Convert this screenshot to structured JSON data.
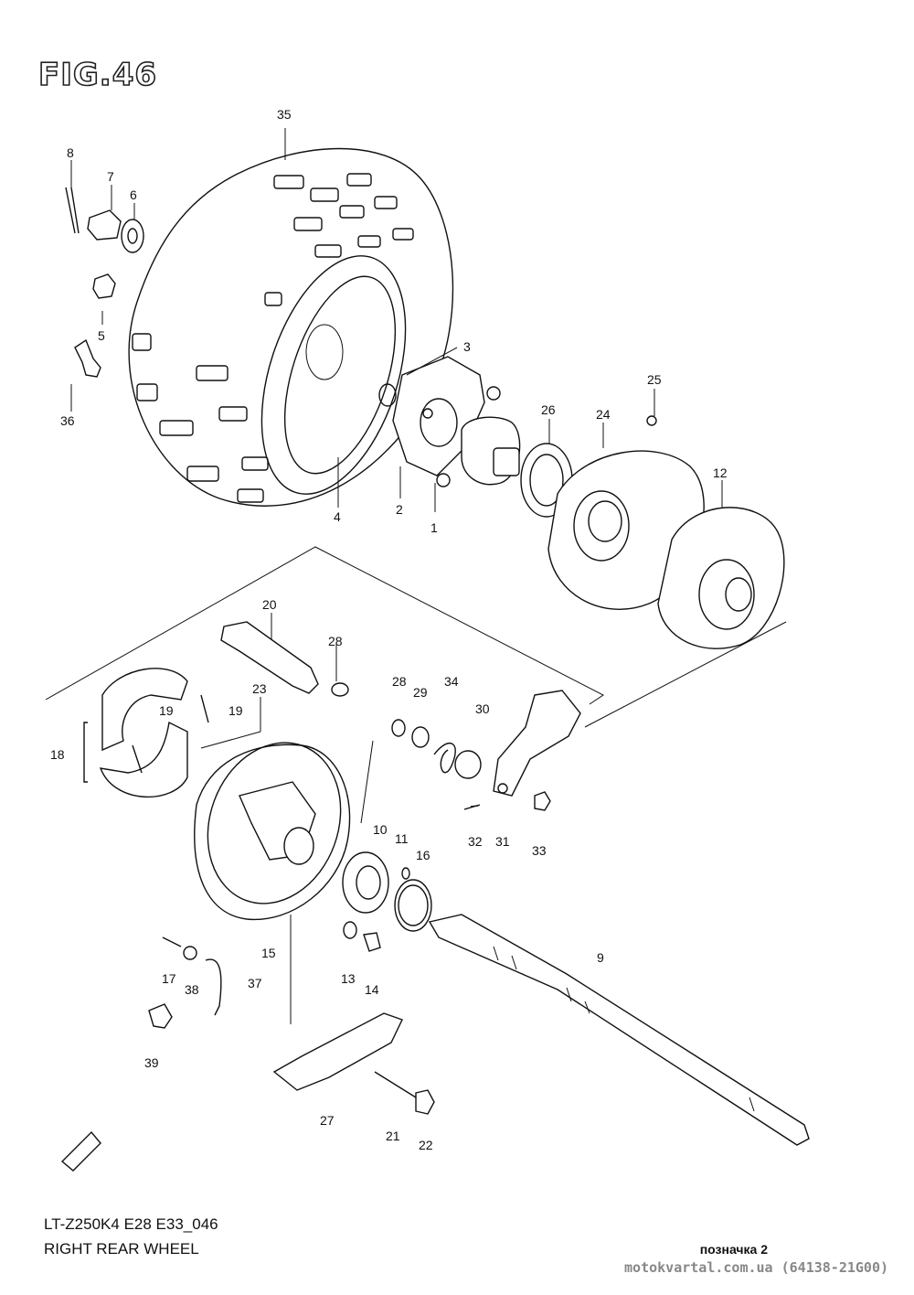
{
  "figure_label": "FIG.46",
  "model_code": "LT-Z250K4 E28 E33_046",
  "section_title": "RIGHT REAR WHEEL",
  "footer_mark": "позначка 2",
  "watermark": "motokvartal.com.ua (64138-21G00)",
  "callouts": [
    "35",
    "8",
    "7",
    "6",
    "5",
    "36",
    "3",
    "25",
    "26",
    "24",
    "12",
    "4",
    "2",
    "1",
    "20",
    "28",
    "23",
    "19",
    "19",
    "18",
    "28",
    "29",
    "34",
    "30",
    "10",
    "11",
    "16",
    "32",
    "31",
    "33",
    "9",
    "15",
    "17",
    "38",
    "37",
    "13",
    "14",
    "39",
    "27",
    "21",
    "22"
  ]
}
